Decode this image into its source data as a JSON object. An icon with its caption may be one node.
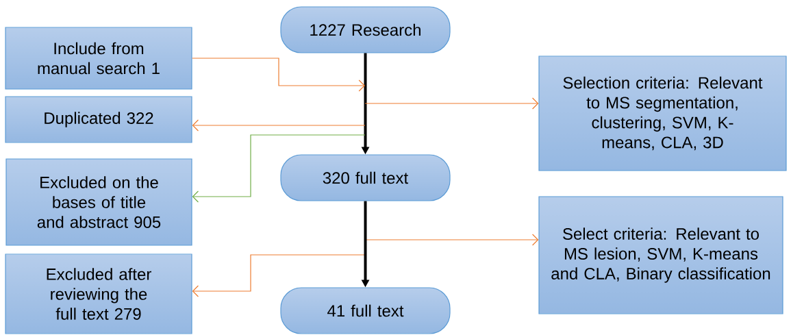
{
  "diagram": {
    "nodes": [
      {
        "text": [
          "1227 Research"
        ]
      },
      {
        "text": [
          "Include from manual search 1"
        ]
      },
      {
        "text": [
          "Selection criteria: Relevant to MS segmentation, clustering, SVM, K-means, CLA, 3D"
        ]
      },
      {
        "text": [
          "Duplicated 322"
        ]
      },
      {
        "text": [
          "320 full text"
        ]
      },
      {
        "text": [
          "Excluded on the bases of title and abstract 905"
        ]
      },
      {
        "text": [
          "Select criteria: Relevant to MS lesion, SVM, K-means and CLA, Binary classification"
        ]
      },
      {
        "text": [
          "Excluded after reviewing the full text 279"
        ]
      },
      {
        "text": [
          "41 full text"
        ]
      }
    ],
    "edges": [
      {
        "from": 0,
        "to": 4,
        "arrow": "to",
        "style": "thick",
        "color": "#000000"
      },
      {
        "from": 1,
        "to": null,
        "arrow": "to"
      },
      {
        "from": null,
        "to": 2,
        "arrow": "to"
      },
      {
        "from": null,
        "to": 3,
        "arrow": "to"
      },
      {
        "from": null,
        "to": 5,
        "arrow": "to",
        "color": "#70ad47"
      },
      {
        "from": null,
        "to": 6,
        "arrow": "to"
      },
      {
        "from": null,
        "to": 7,
        "arrow": "to"
      },
      {
        "from": 4,
        "to": 8,
        "arrow": "to",
        "style": "thick",
        "color": "#000000"
      }
    ]
  }
}
